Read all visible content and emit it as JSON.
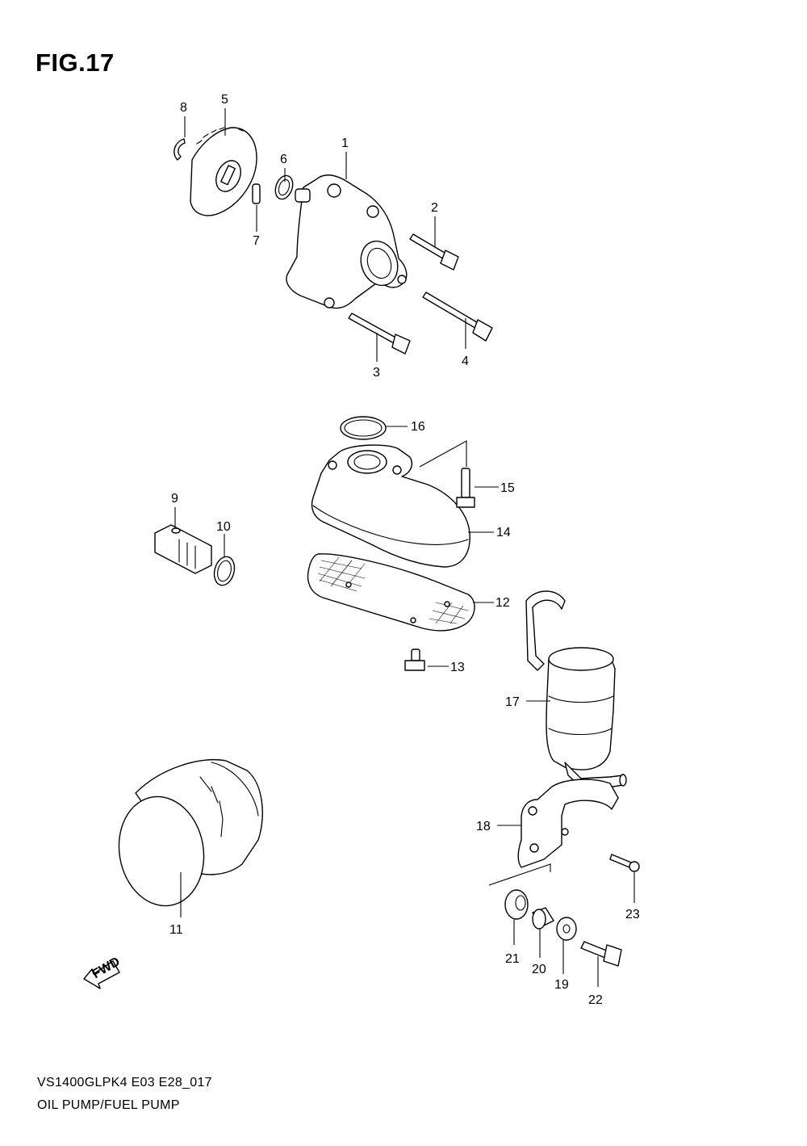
{
  "header": {
    "figure_title": "FIG.17"
  },
  "footer": {
    "model_code": "VS1400GLPK4 E03 E28_017",
    "diagram_name": "OIL PUMP/FUEL PUMP"
  },
  "badge": {
    "fwd_label": "FWD"
  },
  "callouts": [
    "1",
    "2",
    "3",
    "4",
    "5",
    "6",
    "7",
    "8",
    "9",
    "10",
    "11",
    "12",
    "13",
    "14",
    "15",
    "16",
    "17",
    "18",
    "19",
    "20",
    "21",
    "22",
    "23"
  ]
}
